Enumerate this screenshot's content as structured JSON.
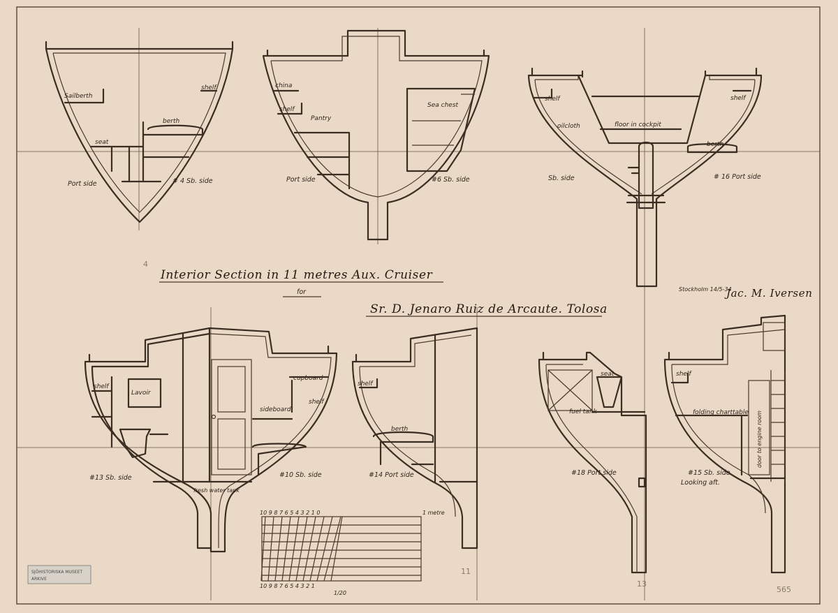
{
  "title": {
    "line1": "Interior Section in 11 metres Aux. Cruiser",
    "line2": "for",
    "line3": "Sr. D. Jenaro Ruiz de Arcaute. Tolosa"
  },
  "place_date": "Stockholm 14/5-34",
  "signature": "Jac. M. Iversen",
  "sections": {
    "s4": {
      "side_left": "Port side",
      "side_right": "# 4 Sb. side",
      "labels": [
        "Sailberth",
        "shelf",
        "berth",
        "seat"
      ]
    },
    "s6": {
      "side_left": "Port side",
      "side_right": "#6 Sb. side",
      "labels": [
        "china",
        "shelf",
        "Pantry",
        "Sea chest"
      ]
    },
    "s16": {
      "side_left": "Sb. side",
      "side_right": "# 16 Port side",
      "labels": [
        "shelf",
        "oilcloth",
        "floor in cockpit",
        "shelf",
        "berth"
      ]
    },
    "s13": {
      "side": "#13 Sb. side",
      "labels": [
        "shelf",
        "Lavoir"
      ]
    },
    "s10": {
      "side": "#10 Sb. side",
      "labels": [
        "cupboard",
        "shelf",
        "sideboard",
        "fresh water tank"
      ]
    },
    "s14": {
      "side": "#14 Port side",
      "labels": [
        "shelf",
        "berth"
      ]
    },
    "s18": {
      "side": "#18 Port side",
      "labels": [
        "seat",
        "fuel tank"
      ]
    },
    "s15": {
      "side": "#15 Sb. side",
      "side2": "Looking aft.",
      "labels": [
        "shelf",
        "folding charttable",
        "door to engine room"
      ]
    }
  },
  "scale": {
    "top_numbers": "10 9 8 7 6 5 4 3 2 1 0",
    "top_right": "1 metre",
    "bottom_numbers": "10 9 8 7 6 5 4 3 2 1",
    "ratio": "1/20"
  },
  "stamp": {
    "line1": "SJÖHISTORISKA MUSEET",
    "line2": "ARKIVE"
  },
  "pencil_marks": [
    "4",
    "11",
    "13",
    "565"
  ]
}
